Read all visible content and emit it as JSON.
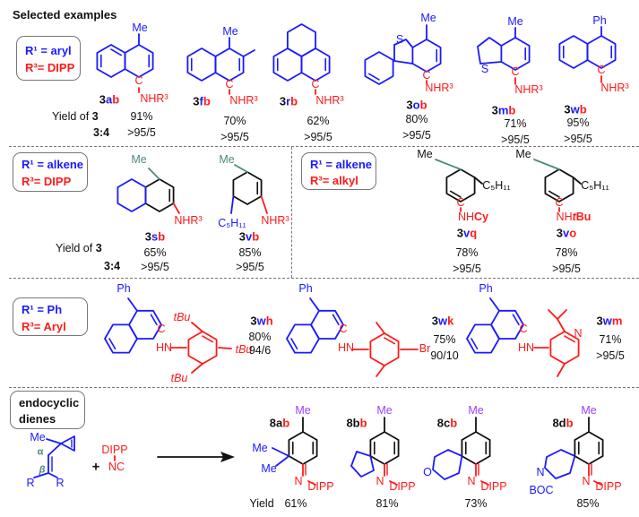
{
  "title": "Selected examples",
  "colors": {
    "r1_blue": "#1a1aff",
    "r3_red": "#ff1a1a",
    "alkene_teal": "#4a8a80",
    "methyl_purple": "#9b40ff"
  },
  "labels": {
    "yield_of": "Yield of ",
    "yield_num": "3",
    "ratio": "3:4",
    "yield": "Yield"
  },
  "row1": {
    "box": {
      "r1": "R¹ = aryl",
      "r3": "R³= DIPP"
    },
    "compounds": [
      {
        "n": "3",
        "a": "a",
        "b": "b",
        "sub": "Me",
        "c": "C",
        "amine": "NHR³",
        "yield": "91%",
        "ratio": ">95/5"
      },
      {
        "n": "3",
        "a": "f",
        "b": "b",
        "sub": "Me",
        "c": "C",
        "amine": "NHR³",
        "yield": "70%",
        "ratio": ">95/5"
      },
      {
        "n": "3",
        "a": "r",
        "b": "b",
        "c": "C",
        "amine": "NHR³",
        "yield": "62%",
        "ratio": ">95/5"
      },
      {
        "n": "3",
        "a": "o",
        "b": "b",
        "sub": "Me",
        "het": "S",
        "c": "C",
        "amine": "NHR³",
        "yield": "80%",
        "ratio": ">95/5"
      },
      {
        "n": "3",
        "a": "m",
        "b": "b",
        "sub": "Me",
        "het": "S",
        "c": "C",
        "amine": "NHR³",
        "yield": "71%",
        "ratio": ">95/5"
      },
      {
        "n": "3",
        "a": "w",
        "b": "b",
        "sub": "Ph",
        "c": "C",
        "amine": "NHR³",
        "yield": "95%",
        "ratio": ">95/5"
      }
    ]
  },
  "row2": {
    "box_left": {
      "r1": "R¹ = alkene",
      "r3": "R³= DIPP"
    },
    "box_right": {
      "r1": "R¹ = alkene",
      "r3": "R³= alkyl"
    },
    "compounds": [
      {
        "n": "3",
        "a": "s",
        "b": "b",
        "sub": "Me",
        "amine": "NHR³",
        "yield": "65%",
        "ratio": ">95/5"
      },
      {
        "n": "3",
        "a": "v",
        "b": "b",
        "sub": "Me",
        "chain": "C₅H₁₁",
        "amine": "NHR³",
        "yield": "85%",
        "ratio": ">95/5"
      },
      {
        "n": "3",
        "a": "v",
        "b": "q",
        "sub": "Me",
        "chain": "C₅H₁₁",
        "c": "C",
        "amine_nh": "NH",
        "amine_r": "Cy",
        "yield": "78%",
        "ratio": ">95/5"
      },
      {
        "n": "3",
        "a": "v",
        "b": "o",
        "sub": "Me",
        "chain": "C₅H₁₁",
        "c": "C",
        "amine_nh": "NH",
        "amine_t": "t",
        "amine_r": "Bu",
        "yield": "78%",
        "ratio": ">95/5"
      }
    ]
  },
  "row3": {
    "box": {
      "r1": "R¹ = Ph",
      "r3": "R³= Aryl"
    },
    "compounds": [
      {
        "n": "3",
        "a": "w",
        "b": "h",
        "sub": "Ph",
        "c": "C",
        "nh": "HN",
        "groups": [
          "tBu",
          "tBu",
          "tBu"
        ],
        "yield": "80%",
        "ratio": "94/6"
      },
      {
        "n": "3",
        "a": "w",
        "b": "k",
        "sub": "Ph",
        "c": "C",
        "nh": "HN",
        "groups": [
          "Br"
        ],
        "yield": "75%",
        "ratio": "90/10"
      },
      {
        "n": "3",
        "a": "w",
        "b": "m",
        "sub": "Ph",
        "c": "C",
        "nh": "HN",
        "groups": [
          "N"
        ],
        "yield": "71%",
        "ratio": ">95/5"
      }
    ]
  },
  "row4": {
    "box": {
      "line1": "endocyclic",
      "line2": "dienes"
    },
    "reactant": {
      "me": "Me",
      "alpha": "α",
      "beta": "β",
      "r_left": "R",
      "r_right": "R"
    },
    "plus": "+",
    "isocyanide": {
      "top": "DIPP",
      "bottom": "NC"
    },
    "products": [
      {
        "n": "8a",
        "b": "b",
        "me": "Me",
        "extra": [
          "Me",
          "Me"
        ],
        "n_label": "N",
        "dipp": "DIPP",
        "yield": "61%"
      },
      {
        "n": "8b",
        "b": "b",
        "me": "Me",
        "n_label": "N",
        "dipp": "DIPP",
        "yield": "81%"
      },
      {
        "n": "8c",
        "b": "b",
        "me": "Me",
        "extra": [
          "O"
        ],
        "n_label": "N",
        "dipp": "DIPP",
        "yield": "73%"
      },
      {
        "n": "8d",
        "b": "b",
        "me": "Me",
        "extra": [
          "N",
          "BOC"
        ],
        "n_label": "N",
        "dipp": "DIPP",
        "yield": "85%"
      }
    ]
  }
}
